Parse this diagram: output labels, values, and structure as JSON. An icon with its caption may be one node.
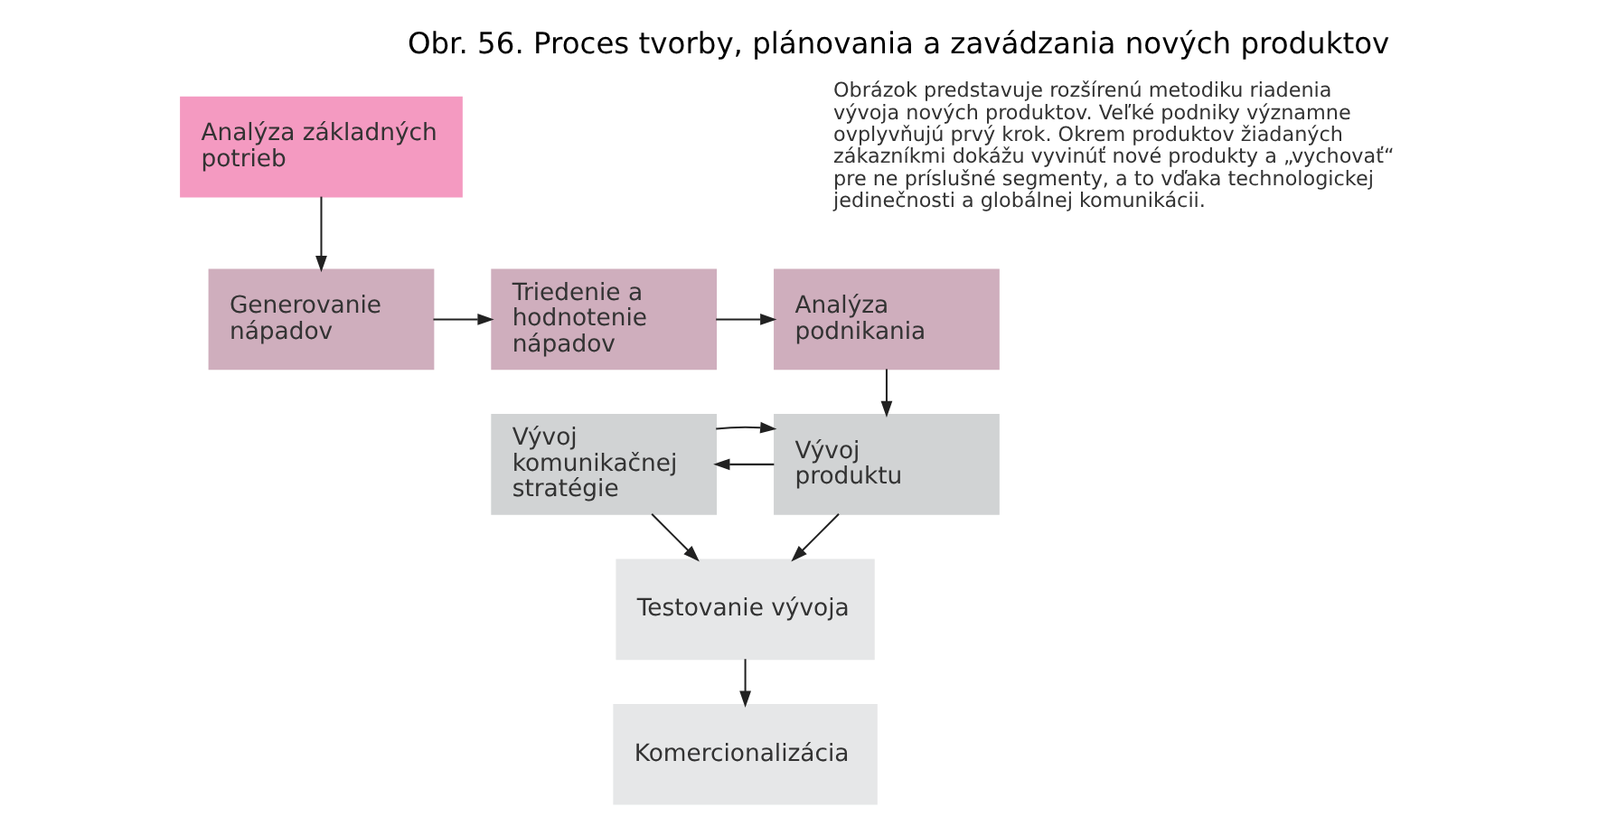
{
  "diagram": {
    "title": "Obr. 56. Proces tvorby, plánovania a zavádzania nových produktov",
    "nodes": [
      {
        "text": [
          "Analýza základných potrieb"
        ]
      },
      {
        "text": [
          "Generovanie nápadov"
        ]
      },
      {
        "text": [
          "Triedenie a hodnotenie nápadov"
        ]
      },
      {
        "text": [
          "Analýza podnikania"
        ]
      },
      {
        "text": [
          "Vývoj komunikačnej stratégie"
        ]
      },
      {
        "text": [
          "Vývoj produktu"
        ]
      },
      {
        "text": [
          "Testovanie vývoja"
        ]
      },
      {
        "text": [
          "Komercionalizácia"
        ]
      }
    ],
    "edges": [
      {
        "from": 0,
        "to": 1,
        "arrow": "to"
      },
      {
        "from": 1,
        "to": 2,
        "arrow": "to"
      },
      {
        "from": 2,
        "to": 3,
        "arrow": "to"
      },
      {
        "from": 3,
        "to": 5,
        "arrow": "to"
      },
      {
        "from": 5,
        "to": 4,
        "arrow": "to"
      },
      {
        "from": 4,
        "to": 5,
        "arrow": "to"
      },
      {
        "from": 4,
        "to": 6,
        "arrow": "to"
      },
      {
        "from": 5,
        "to": 6,
        "arrow": "to"
      },
      {
        "from": 6,
        "to": 7,
        "arrow": "to"
      }
    ],
    "labels": [
      "Obrázok predstavuje rozšírenú metodiku riadenia vývoja nových produktov. Veľké podniky významne ovplyvňujú prvý krok. Okrem produktov žiadaných zákazníkmi dokážu vyvinúť nové produkty a „vychovať“ pre ne príslušné segmenty, a to vďaka technologickej jedinečnosti a globálnej komunikácii."
    ]
  }
}
